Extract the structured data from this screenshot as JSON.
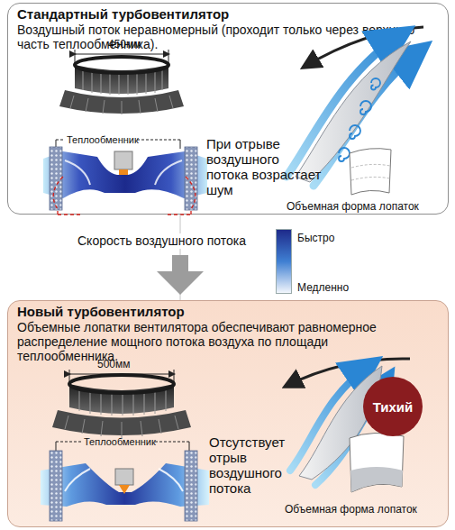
{
  "diagram": {
    "nodes": [
      {
        "text": [
          "Стандартный турбовентилятор",
          "Воздушный поток неравномерный (проходит только через верхнюю часть теплообменника)."
        ]
      },
      {
        "text": [
          "Новый турбовентилятор",
          "Объемные лопатки вентилятора обеспечивают равномерное распределение мощного потока воздуха по площади теплообменника."
        ]
      },
      {
        "text": [
          "Тихий"
        ],
        "in": 1
      }
    ],
    "edges": [
      {
        "from": 0,
        "to": 1,
        "arrow": "to"
      }
    ],
    "labels": [
      "450мм",
      "Теплообменник",
      "При отрыве воздушного потока возрастает шум",
      "Объемная форма лопаток",
      "Скорость воздушного потока",
      "500мм",
      "Теплообменник",
      "Отсутствует отрыв воздушного потока",
      "Объемная форма лопаток"
    ],
    "legend": [
      {
        "text": "Быстро",
        "color": "#1e2a8a"
      },
      {
        "text": "Медленно",
        "color": "#f2f6fc"
      }
    ]
  }
}
